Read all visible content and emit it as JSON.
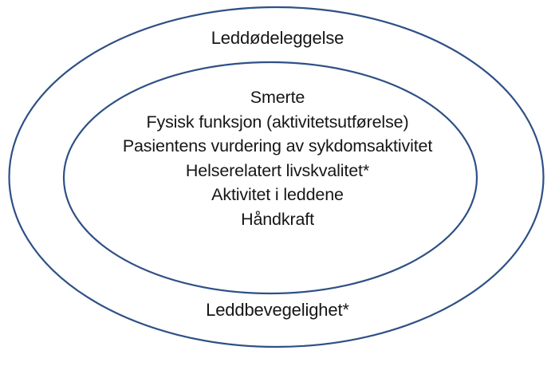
{
  "diagram": {
    "type": "nested-ellipse-venn",
    "stroke_color": "#2e5086",
    "background_color": "#ffffff",
    "text_color": "#161616",
    "outer_ellipse": {
      "name": "outer-ring",
      "top_label": "Leddødeleggelse",
      "bottom_label": "Leddbevegelighet*"
    },
    "inner_ellipse": {
      "name": "inner-core",
      "items": [
        "Smerte",
        "Fysisk funksjon (aktivitetsutførelse)",
        "Pasientens vurdering av sykdomsaktivitet",
        "Helserelatert livskvalitet*",
        "Aktivitet i leddene",
        "Håndkraft"
      ]
    }
  }
}
